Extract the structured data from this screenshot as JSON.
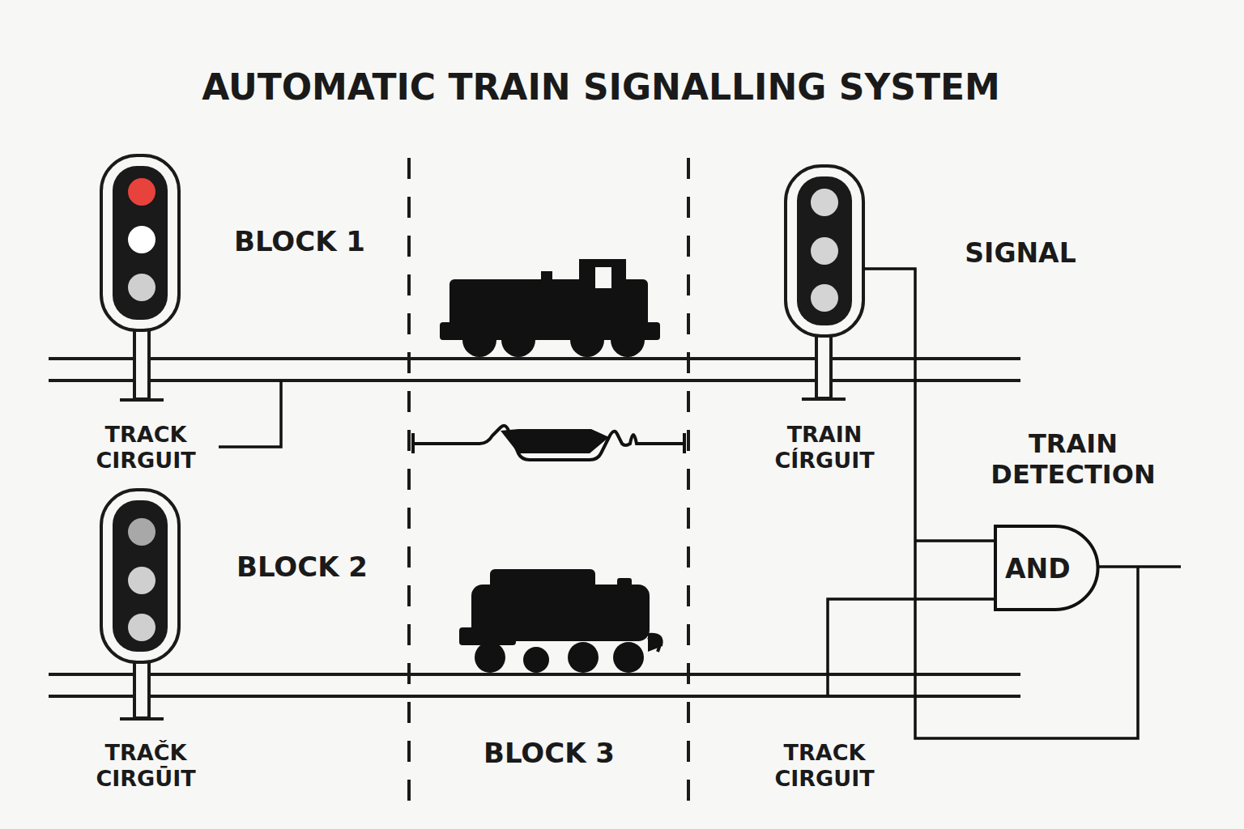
{
  "diagram": {
    "title": "AUTOMATIC TRAIN SIGNALLING SYSTEM",
    "nodes": [
      {
        "text": [
          "AND"
        ]
      }
    ],
    "labels": [
      "BLOCK 1",
      "SIGNAL",
      "TRACK CIRGUIT",
      "TRAIN CÍRGUIT",
      "TRAIN DETECTION",
      "BLOCK 2",
      "BLOCK 3",
      "TRAČK CIRGŪIT",
      "TRACK CIRGUIT"
    ]
  }
}
